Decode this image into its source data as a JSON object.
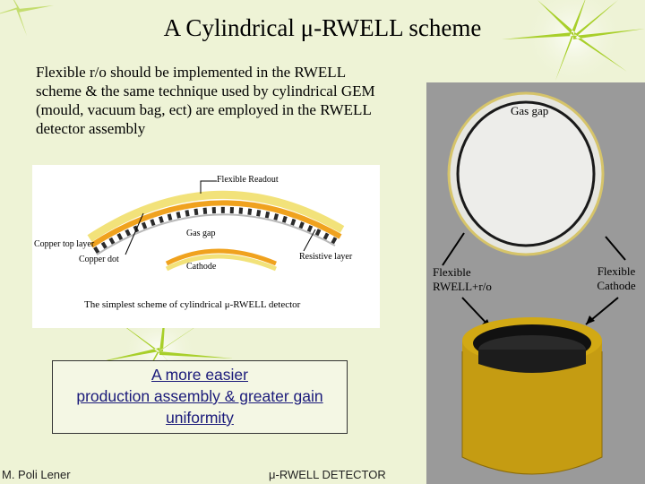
{
  "slide": {
    "title": "A Cylindrical μ-RWELL scheme",
    "intro_text": "Flexible r/o should be implemented in the RWELL scheme & the same technique used by cylindrical GEM (mould, vacuum bag, ect) are employed in the RWELL detector assembly",
    "callout": {
      "line1": "A more easier",
      "line2": "production assembly & greater gain",
      "line3": "uniformity"
    },
    "footer_left": "M. Poli Lener",
    "footer_center": "μ-RWELL DETECTOR"
  },
  "left_figure": {
    "flexible_readout": "Flexible Readout",
    "gas_gap": "Gas gap",
    "copper_top_layer": "Copper top layer",
    "copper_dot": "Copper dot",
    "resistive_layer": "Resistive layer",
    "cathode": "Cathode",
    "caption": "The simplest scheme of cylindrical μ-RWELL detector"
  },
  "right_figure": {
    "gas_gap": "Gas gap",
    "flexible_rwell_line1": "Flexible",
    "flexible_rwell_line2": "RWELL+r/o",
    "flexible_cathode_line1": "Flexible",
    "flexible_cathode_line2": "Cathode"
  },
  "colors": {
    "background": "#eef3d6",
    "star_green": "#a8cf2a",
    "photo_gray": "#9a9a9a",
    "gold": "#d2a914",
    "callout_text": "#1a1a7a"
  }
}
